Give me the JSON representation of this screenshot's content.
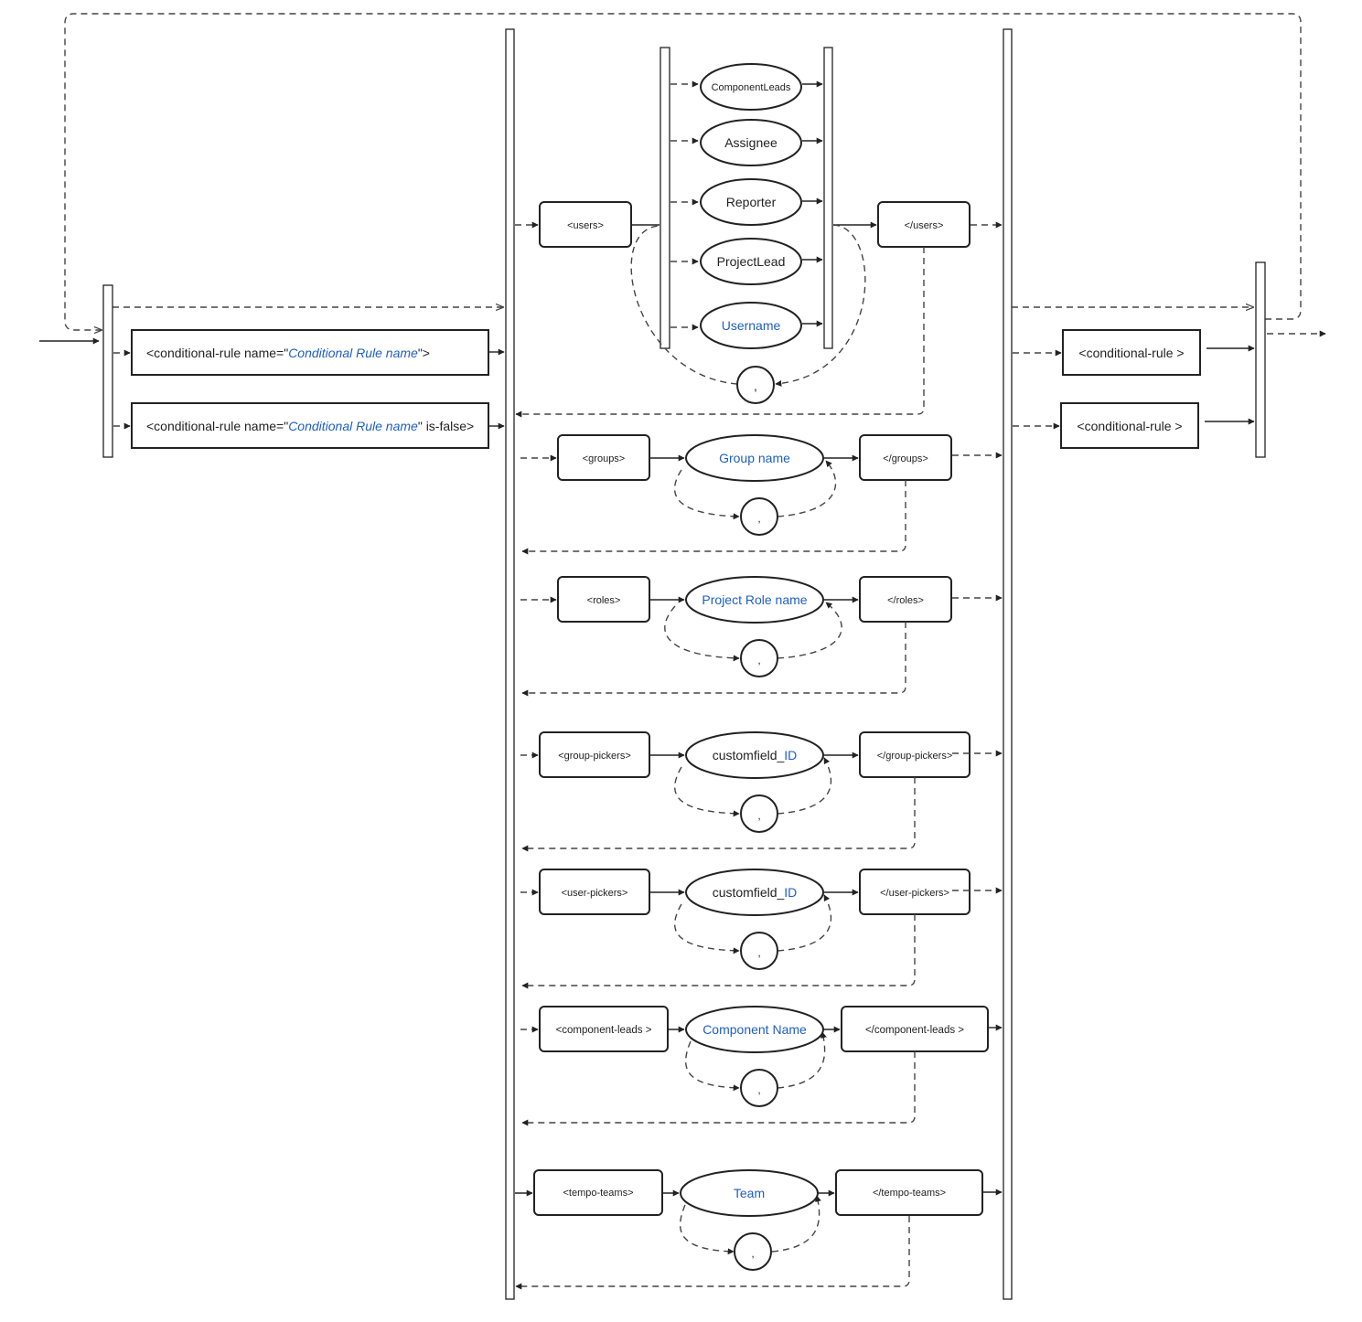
{
  "colors": {
    "variable_text": "#1f5fbf",
    "line": "#222222",
    "background": "#ffffff"
  },
  "rule_open": {
    "prefix": "<conditional-rule name=\"",
    "name_placeholder": "Conditional Rule name",
    "suffix": "\">",
    "false_suffix": "\" is-false>"
  },
  "rule_close": [
    "<conditional-rule >",
    "<conditional-rule >"
  ],
  "users": {
    "open": "<users>",
    "close": "</users>",
    "options": [
      "ComponentLeads",
      "Assignee",
      "Reporter",
      "ProjectLead",
      "Username"
    ],
    "separator": ","
  },
  "groups": {
    "open": "<groups>",
    "value": "Group name",
    "close": "</groups>",
    "separator": ","
  },
  "roles": {
    "open": "<roles>",
    "value": "Project Role name",
    "close": "</roles>",
    "separator": ","
  },
  "group_pickers": {
    "open": "<group-pickers>",
    "value_prefix": "customfield_",
    "value_id": "ID",
    "close": "</group-pickers>",
    "separator": ","
  },
  "user_pickers": {
    "open": "<user-pickers>",
    "value_prefix": "customfield_",
    "value_id": "ID",
    "close": "</user-pickers>",
    "separator": ","
  },
  "component_leads": {
    "open": "<component-leads >",
    "value": "Component Name",
    "close": "</component-leads >",
    "separator": ","
  },
  "tempo_teams": {
    "open": "<tempo-teams>",
    "value": "Team",
    "close": "</tempo-teams>",
    "separator": ","
  }
}
